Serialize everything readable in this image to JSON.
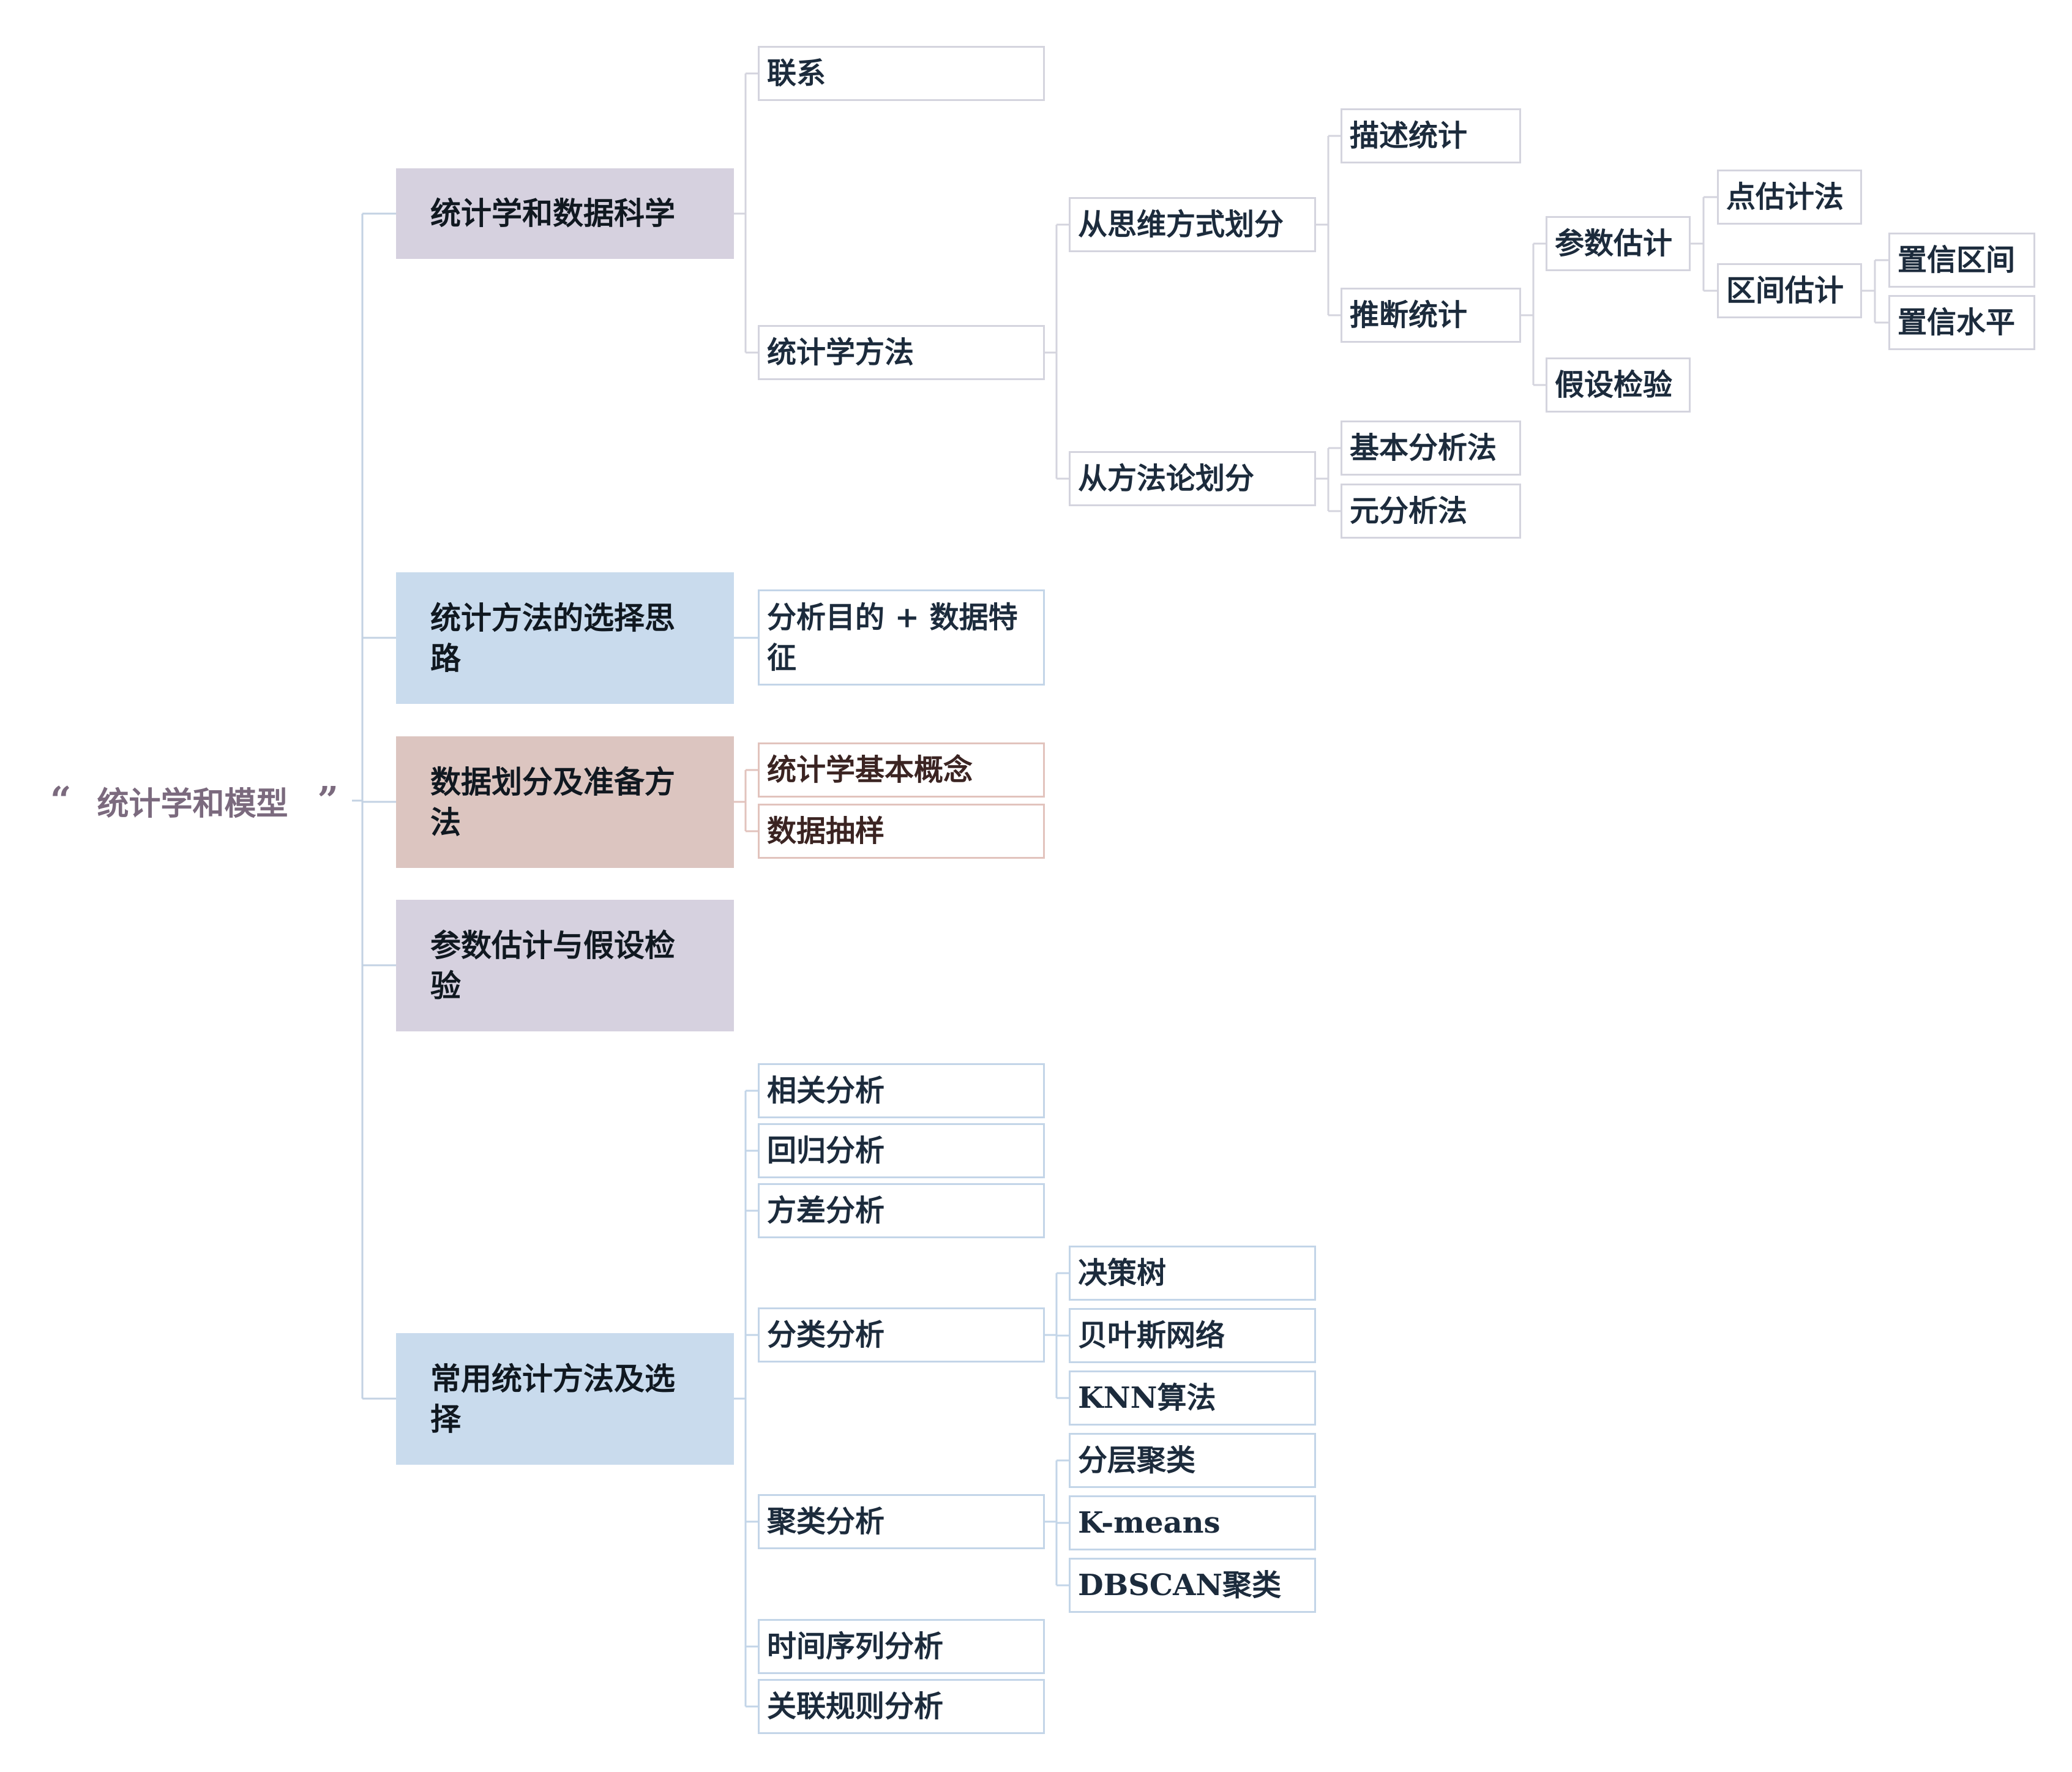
{
  "root": {
    "open_quote": "“",
    "label": "统计学和模型",
    "close_quote": "”"
  },
  "topics": {
    "stats_and_ds": "统计学和数据科学",
    "selection_approach": "统计方法的选择思路",
    "data_partition": "数据划分及准备方法",
    "estimation_testing": "参数估计与假设检验",
    "common_methods": "常用统计方法及选择"
  },
  "nodes": {
    "relation": "联系",
    "stat_methods": "统计学方法",
    "by_thinking": "从思维方式划分",
    "descriptive": "描述统计",
    "inferential": "推断统计",
    "param_estimation": "参数估计",
    "point_estimation": "点估计法",
    "interval_estimation": "区间估计",
    "confidence_interval": "置信区间",
    "confidence_level": "置信水平",
    "hypothesis_test": "假设检验",
    "by_methodology": "从方法论划分",
    "basic_analysis": "基本分析法",
    "meta_analysis": "元分析法",
    "purpose_features": "分析目的 + 数据特征",
    "basic_concepts": "统计学基本概念",
    "sampling": "数据抽样",
    "correlation": "相关分析",
    "regression": "回归分析",
    "anova": "方差分析",
    "classification": "分类分析",
    "decision_tree": "决策树",
    "bayesian_network": "贝叶斯网络",
    "knn": "KNN算法",
    "clustering": "聚类分析",
    "hierarchical": "分层聚类",
    "kmeans": "K-means",
    "dbscan": "DBSCAN聚类",
    "time_series": "时间序列分析",
    "association_rules": "关联规则分析"
  },
  "colors": {
    "purple_fill": "#d6d1df",
    "blue_fill": "#c9dbed",
    "rose_fill": "#dcc5c0",
    "blue_border": "#c3d5e8",
    "gray_border": "#d4d4de",
    "rose_border": "#e2c3bd",
    "root_text": "#7b6a7e"
  }
}
